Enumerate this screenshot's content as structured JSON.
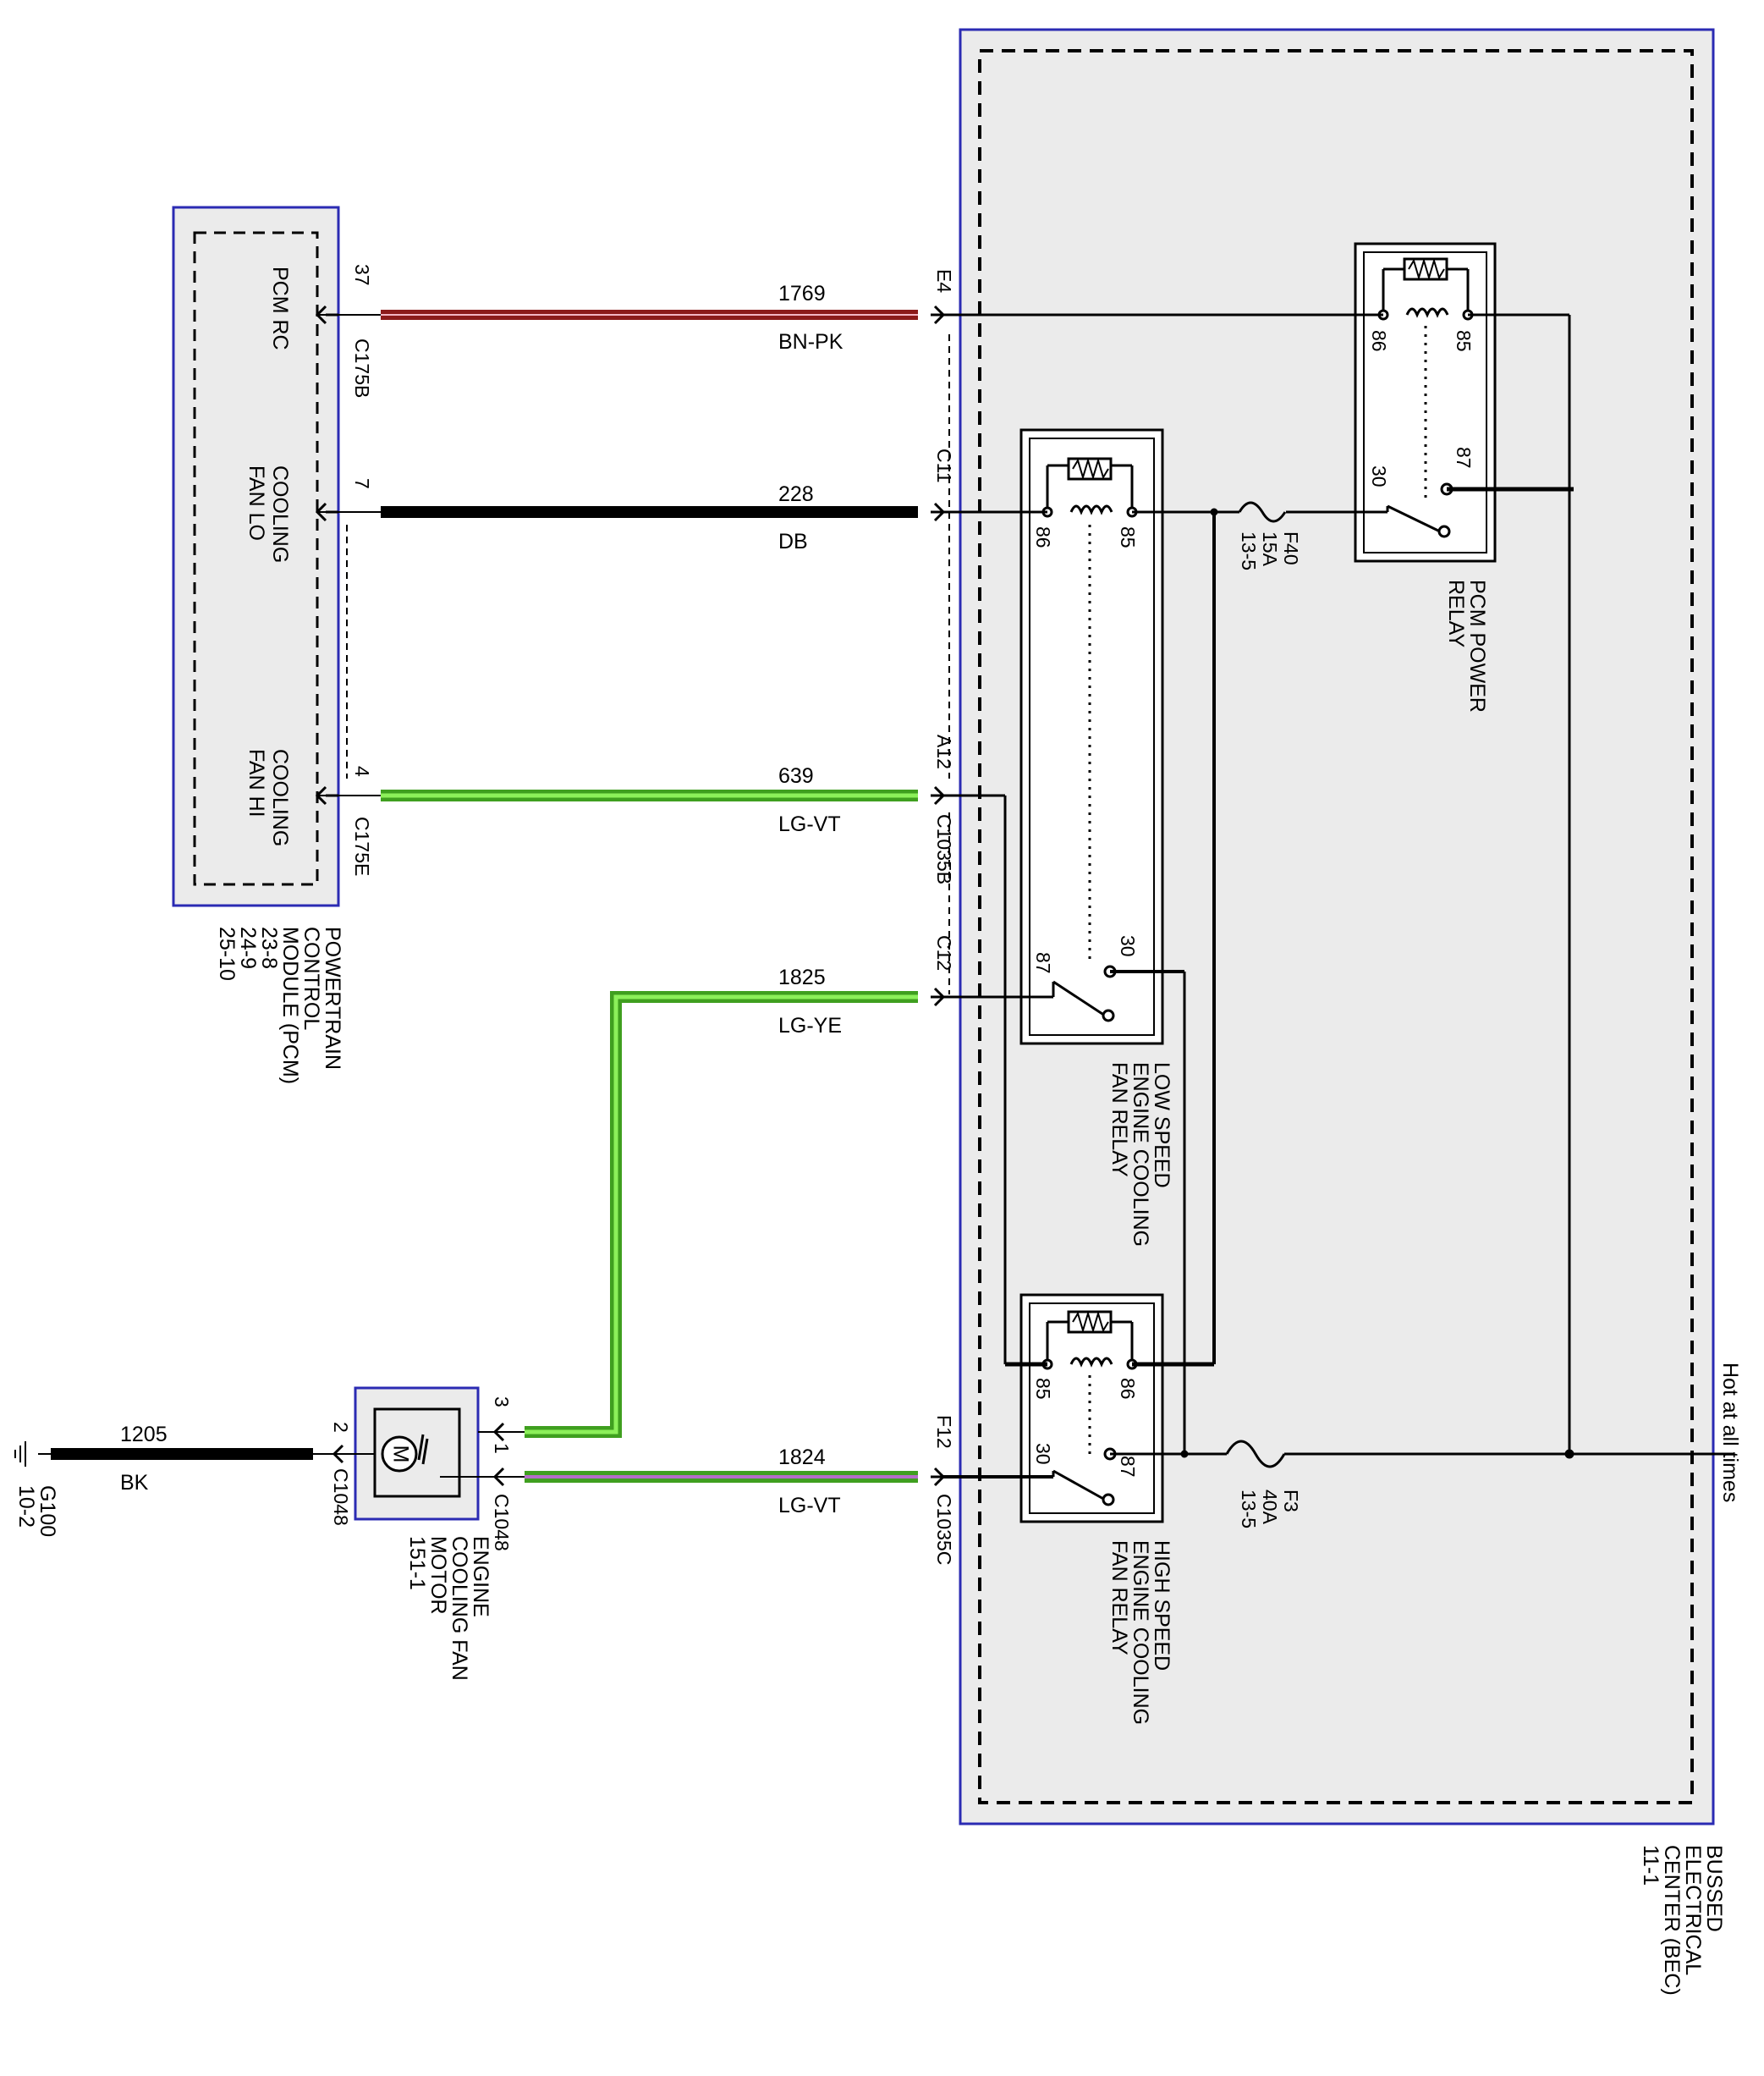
{
  "colors": {
    "module_fill": "#ebebeb",
    "module_border": "#2b2bb3",
    "wire_bn_pk": "#8b1a1a",
    "wire_bn_pk_stripe": "#f2b5c4",
    "wire_db": "#000000",
    "wire_lg": "#3f9f1f",
    "wire_lg_hi": "#8cf05a",
    "wire_vt_stripe": "#b46ec8",
    "wire_bk": "#000000"
  },
  "pcm": {
    "title_lines": [
      "POWERTRAIN",
      "CONTROL",
      "MODULE (PCM)",
      "23-8",
      "24-9",
      "25-10"
    ],
    "pcm_rc": "PCM RC",
    "fan_lo": [
      "COOLING",
      "FAN LO"
    ],
    "fan_hi": [
      "COOLING",
      "FAN HI"
    ],
    "pin_37": "37",
    "pin_7": "7",
    "pin_4": "4",
    "conn_c175b": "C175B",
    "conn_c175e": "C175E"
  },
  "wires": {
    "w1769": {
      "circuit": "1769",
      "color": "BN-PK"
    },
    "w228": {
      "circuit": "228",
      "color": "DB"
    },
    "w639": {
      "circuit": "639",
      "color": "LG-VT"
    },
    "w1825": {
      "circuit": "1825",
      "color": "LG-YE"
    },
    "w1824": {
      "circuit": "1824",
      "color": "LG-VT"
    },
    "w1205": {
      "circuit": "1205",
      "color": "BK"
    }
  },
  "bec": {
    "title_lines": [
      "BUSSED",
      "ELECTRICAL",
      "CENTER (BEC)",
      "11-1"
    ],
    "pin_e4": "E4",
    "pin_c11": "C11",
    "pin_a12": "A12",
    "pin_c12": "C12",
    "pin_f12": "F12",
    "conn_c1035b": "C1035B",
    "conn_c1035c": "C1035C",
    "hot_label": "Hot at all times",
    "f40": [
      "F40",
      "15A",
      "13-5"
    ],
    "f3": [
      "F3",
      "40A",
      "13-5"
    ]
  },
  "relays": {
    "pcm_power": {
      "title_lines": [
        "PCM POWER",
        "RELAY"
      ],
      "p86": "86",
      "p85": "85",
      "p30": "30",
      "p87": "87"
    },
    "low_speed": {
      "title_lines": [
        "LOW SPEED",
        "ENGINE COOLING",
        "FAN RELAY"
      ],
      "p86": "86",
      "p85": "85",
      "p30": "30",
      "p87": "87"
    },
    "high_speed": {
      "title_lines": [
        "HIGH SPEED",
        "ENGINE COOLING",
        "FAN RELAY"
      ],
      "p85": "85",
      "p86": "86",
      "p30": "30",
      "p87": "87"
    }
  },
  "motor": {
    "title_lines": [
      "ENGINE",
      "COOLING FAN",
      "MOTOR",
      "151-1"
    ],
    "symbol": "M",
    "pin_1": "1",
    "pin_2": "2",
    "pin_3": "3",
    "conn_c1048_a": "C1048",
    "conn_c1048_b": "C1048"
  },
  "ground": {
    "title_lines": [
      "G100",
      "10-2"
    ]
  }
}
